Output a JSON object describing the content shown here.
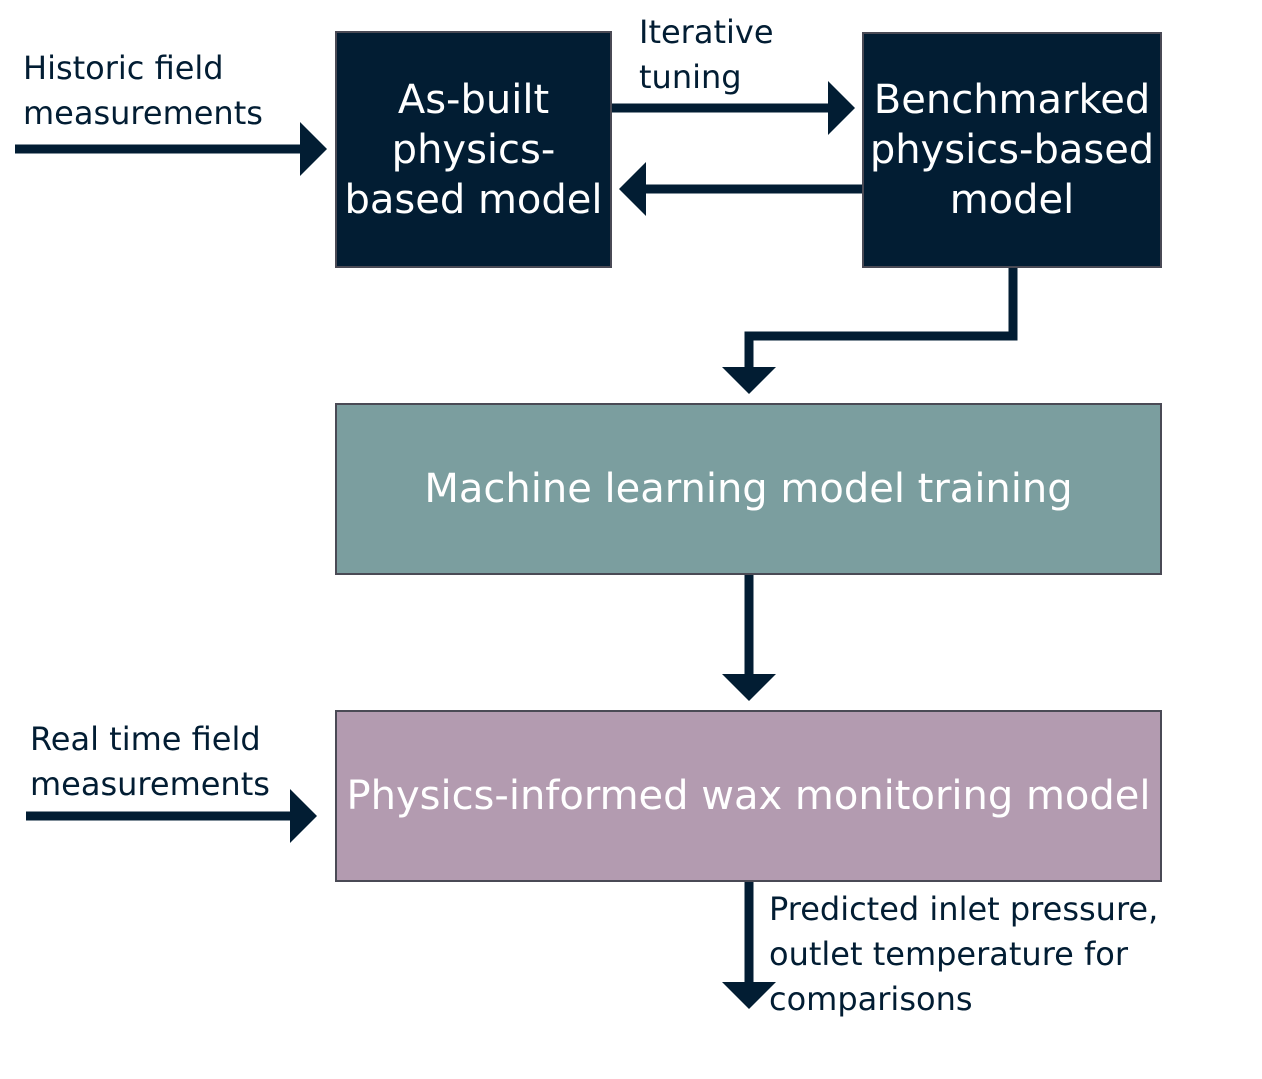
{
  "nodes": {
    "as_built": "As-built\nphysics-\nbased model",
    "benchmarked": "Benchmarked\nphysics-based\nmodel",
    "ml_training": "Machine learning model training",
    "pinn_model": "Physics-informed wax monitoring model"
  },
  "labels": {
    "historic": "Historic field\nmeasurements",
    "iterative": "Iterative\ntuning",
    "realtime": "Real time field\nmeasurements",
    "predicted": "Predicted inlet pressure,\noutlet temperature for\ncomparisons"
  },
  "colors": {
    "dark_navy": "#021d33",
    "teal": "#7b9e9f",
    "mauve": "#b39bb0",
    "arrow": "#021d33"
  }
}
